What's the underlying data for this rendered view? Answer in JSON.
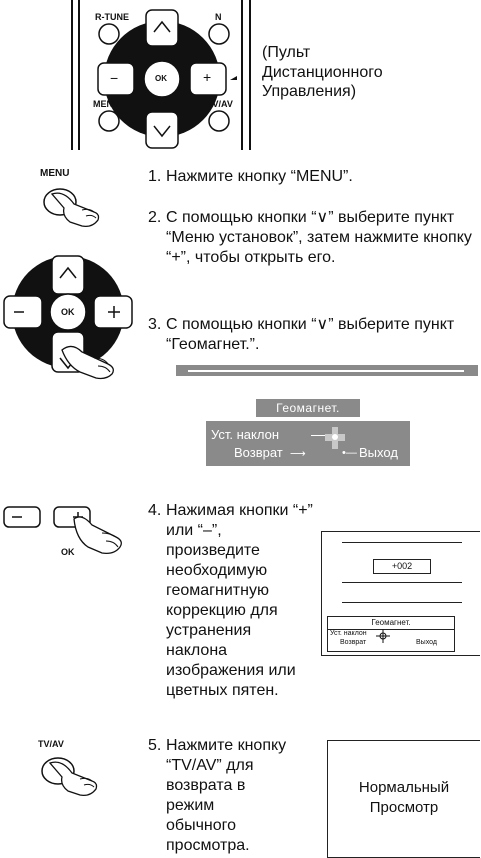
{
  "remote": {
    "caption": "(Пульт\nДистанционного\nУправления)",
    "label_rtune": "R-TUNE",
    "label_n": "N",
    "label_menu": "MENU",
    "label_tvav": "TV/AV",
    "label_ok": "OK",
    "label_minus": "−",
    "label_plus": "+"
  },
  "menu_icon_label": "MENU",
  "tvav_icon_label": "TV/AV",
  "steps": [
    {
      "num": "1.",
      "text": "Нажмите кнопку “MENU”."
    },
    {
      "num": "2.",
      "text": "С помощью кнопки “∨” выберите пункт “Меню установок”, затем нажмите кнопку “+”, чтобы открыть его."
    },
    {
      "num": "3.",
      "text": "С помощью кнопки “∨” выберите пункт “Геомагнет.”."
    },
    {
      "num": "4.",
      "text": "Нажимая кнопки “+” или “–”, произведите необходимую геомагнитную коррекцию для устранения наклона изображения или цветных пятен."
    },
    {
      "num": "5.",
      "text": "Нажмите кнопку “TV/AV” для возврата в режим обычного просмотра."
    }
  ],
  "osd": {
    "title": "Геомагнет.",
    "adjust": "Уст. наклон",
    "back": "Возврат",
    "exit": "Выход"
  },
  "screen4": {
    "value": "+002",
    "title": "Геомагнет.",
    "adjust": "Уст. наклон",
    "back": "Возврат",
    "exit": "Выход"
  },
  "screen5": {
    "text": "Нормальный\nПросмотр"
  }
}
